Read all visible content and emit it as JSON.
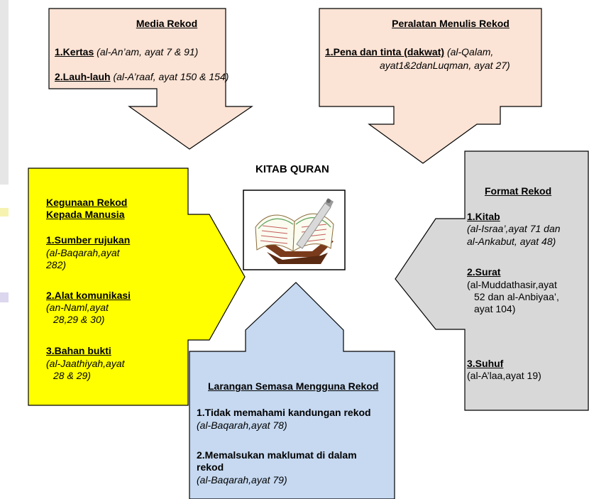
{
  "center_title": "KITAB QURAN",
  "top_left": {
    "heading": "Media Rekod",
    "item1_label": "1.Kertas",
    "item1_ref": "(al-An’am, ayat 7 & 91)",
    "item2_label": "2.Lauh-lauh",
    "item2_ref": "(al-A’raaf, ayat 150 & 154)"
  },
  "top_right": {
    "heading": "Peralatan Menulis Rekod",
    "item1_label": "1.Pena dan tinta (dakwat)",
    "item1_ref_a": "(al-Qalam,",
    "item1_ref_b": "ayat1&2danLuqman, ayat 27)"
  },
  "left": {
    "heading_a": "Kegunaan Rekod",
    "heading_b": "Kepada  Manusia",
    "item1_label": "1.Sumber rujukan",
    "item1_ref_a": "(al-Baqarah,ayat",
    "item1_ref_b": "282)",
    "item2_label": "2.Alat komunikasi",
    "item2_ref_a": "(an-Naml,ayat",
    "item2_ref_b": "28,29 & 30)",
    "item3_label": "3.Bahan bukti",
    "item3_ref_a": "(al-Jaathiyah,ayat",
    "item3_ref_b": "28 & 29)"
  },
  "right": {
    "heading": "Format Rekod",
    "item1_label": "1.Kitab",
    "item1_ref_a": "(al-Israa’,ayat 71 dan",
    "item1_ref_b": "al-Ankabut, ayat 48)",
    "item2_label": "2.Surat",
    "item2_ref_a": "(al-Muddathasir,ayat",
    "item2_ref_b": "52 dan al-Anbiyaa’,",
    "item2_ref_c": "ayat 104)",
    "item3_label": "3.Suhuf",
    "item3_ref": "(al-A’laa,ayat 19)"
  },
  "bottom": {
    "heading": "Larangan Semasa Mengguna Rekod",
    "item1_label": "1.Tidak memahami kandungan rekod",
    "item1_ref": "(al-Baqarah,ayat 78)",
    "item2_label_a": "2.Memalsukan maklumat di dalam",
    "item2_label_b": "rekod",
    "item2_ref": "(al-Baqarah,ayat 79)"
  },
  "colors": {
    "peach": "#fbe3d5",
    "yellow": "#ffff00",
    "grey": "#d8d8d8",
    "blue": "#c6d9f1",
    "outline": "#000000"
  },
  "icons": {
    "center": "quran-on-stand-icon"
  }
}
